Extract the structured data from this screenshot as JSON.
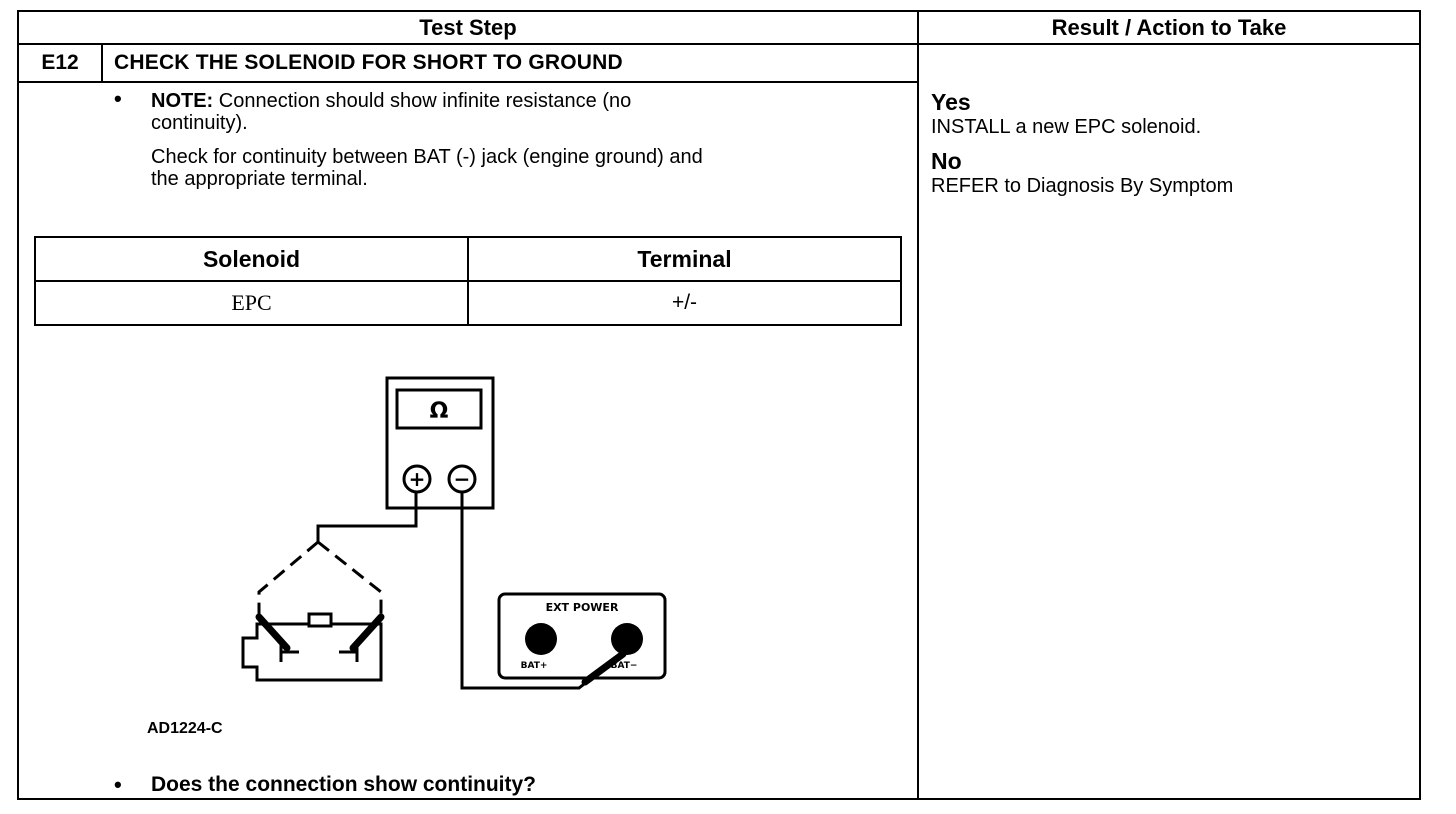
{
  "header": {
    "test_step": "Test Step",
    "result_action": "Result / Action to Take"
  },
  "step": {
    "id": "E12",
    "title": "CHECK THE SOLENOID FOR SHORT TO GROUND",
    "bullet": "•",
    "note_label": "NOTE:",
    "note_line1": " Connection should show infinite resistance (no",
    "note_line2": "continuity).",
    "check_line1": "Check for continuity between BAT (-) jack (engine ground) and",
    "check_line2": "the appropriate terminal.",
    "question": "Does the connection show continuity?"
  },
  "table": {
    "headers": [
      "Solenoid",
      "Terminal"
    ],
    "rows": [
      [
        "EPC",
        "+/-"
      ]
    ]
  },
  "figure": {
    "meter_symbol": "Ω",
    "plus_symbol": "+",
    "minus_symbol": "−",
    "ext_power_label": "EXT POWER",
    "bat_plus_label": "BAT+",
    "bat_minus_label": "BAT−",
    "code": "AD1224-C"
  },
  "results": {
    "yes_label": "Yes",
    "yes_action": "INSTALL a new EPC solenoid.",
    "no_label": "No",
    "no_action": "REFER to Diagnosis By Symptom"
  }
}
